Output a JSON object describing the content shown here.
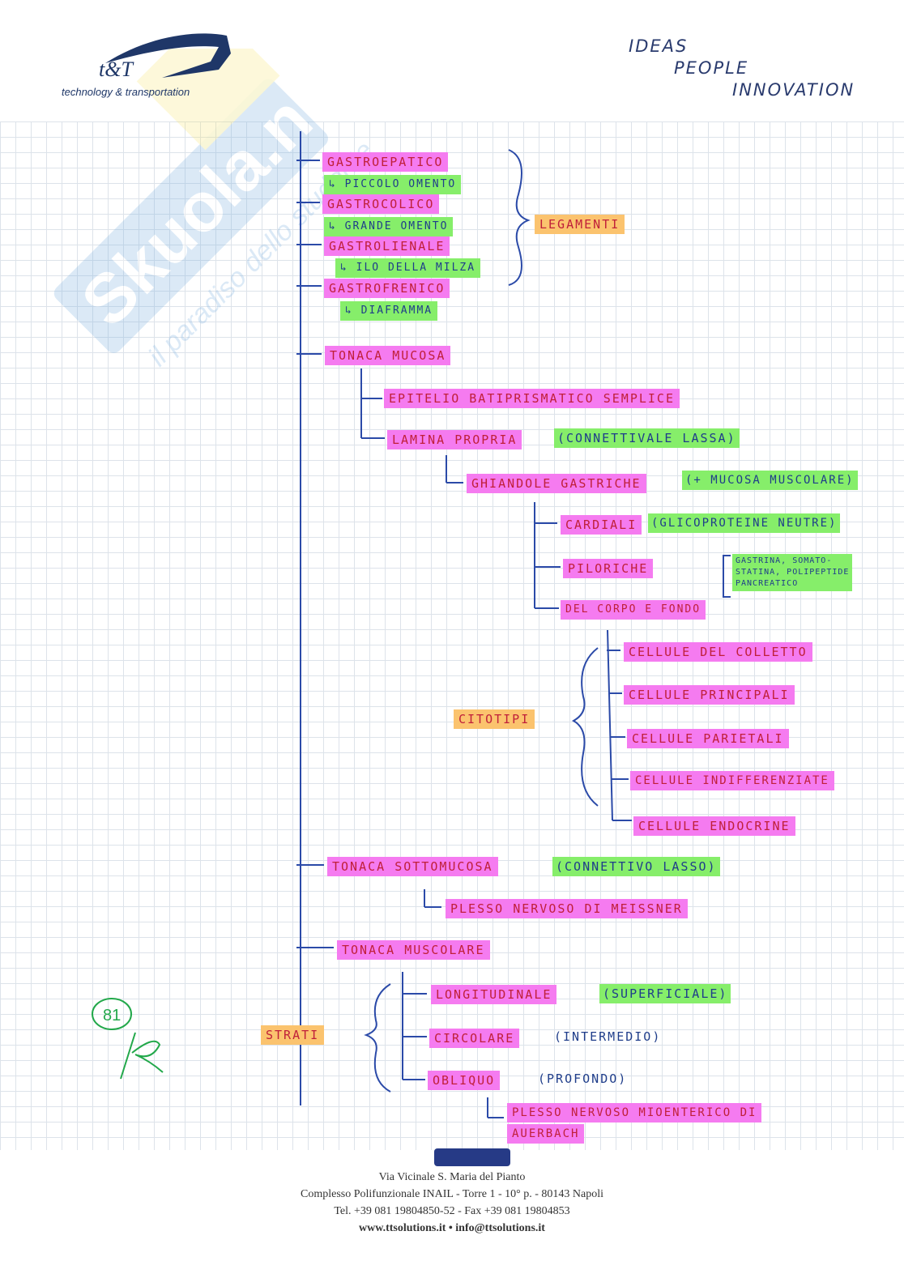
{
  "header": {
    "logo_text": "t&T",
    "logo_subtitle": "technology & transportation",
    "slogan": [
      "IDEAS",
      "PEOPLE",
      "INNOVATION"
    ]
  },
  "watermark": {
    "brand": "Skuola.net",
    "tagline": "il paradiso dello studente"
  },
  "colors": {
    "pink": "#f57bf0",
    "green": "#86ee6a",
    "orange": "#fbc36e",
    "ink_blue": "#1f3d8a",
    "ink_red": "#c0203a"
  },
  "notes": {
    "legamenti_group": {
      "items": [
        {
          "name": "GASTROEPATICO",
          "sub": "↳ PICCOLO OMENTO"
        },
        {
          "name": "GASTROCOLICO",
          "sub": "↳ GRANDE OMENTO"
        },
        {
          "name": "GASTROLIENALE",
          "sub": "↳ ILO DELLA MILZA"
        },
        {
          "name": "GASTROFRENICO",
          "sub": "↳ DIAFRAMMA"
        }
      ],
      "label": "LEGAMENTI"
    },
    "mucosa": {
      "title": "TONACA MUCOSA",
      "epitelio": "EPITELIO BATIPRISMATICO SEMPLICE",
      "lamina": "LAMINA PROPRIA",
      "lamina_note": "(CONNETTIVALE LASSA)",
      "ghiandole": "GHIANDOLE GASTRICHE",
      "ghiandole_note": "(+ MUCOSA MUSCOLARE)",
      "cardiali": "CARDIALI",
      "cardiali_note": "(GLICOPROTEINE NEUTRE)",
      "piloriche": "PILORICHE",
      "piloriche_note": [
        "GASTRINA, SOMATO-",
        "STATINA, POLIPEPTIDE",
        "PANCREATICO"
      ],
      "corpo_fondo": "DEL CORPO E FONDO"
    },
    "citotipi": {
      "label": "CITOTIPI",
      "items": [
        "CELLULE DEL COLLETTO",
        "CELLULE PRINCIPALI",
        "CELLULE PARIETALI",
        "CELLULE INDIFFERENZIATE",
        "CELLULE ENDOCRINE"
      ]
    },
    "sottomucosa": {
      "title": "TONACA SOTTOMUCOSA",
      "note": "(CONNETTIVO LASSO)",
      "plesso": "PLESSO NERVOSO DI MEISSNER"
    },
    "muscolare": {
      "title": "TONACA MUSCOLARE",
      "strati_label": "STRATI",
      "strati": [
        {
          "name": "LONGITUDINALE",
          "note": "(SUPERFICIALE)"
        },
        {
          "name": "CIRCOLARE",
          "note": "(INTERMEDIO)"
        },
        {
          "name": "OBLIQUO",
          "note": "(PROFONDO)"
        }
      ],
      "plesso": [
        "PLESSO NERVOSO MIOENTERICO DI",
        "AUERBACH"
      ]
    },
    "page_mark": "81",
    "signature": "K"
  },
  "footer": {
    "line1": "Via Vicinale S. Maria del Pianto",
    "line2": "Complesso Polifunzionale INAIL - Torre 1 - 10° p. - 80143 Napoli",
    "line3": "Tel. +39 081 19804850-52  -  Fax +39 081 19804853",
    "line4": "www.ttsolutions.it • info@ttsolutions.it"
  }
}
